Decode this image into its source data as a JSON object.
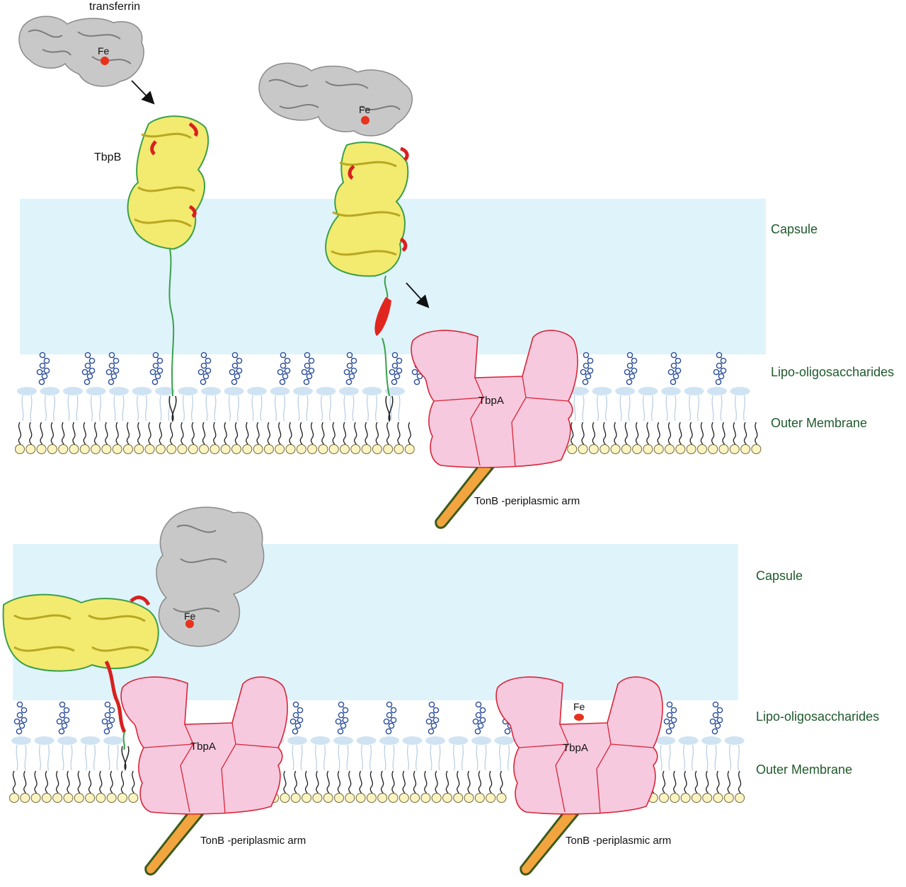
{
  "labels": {
    "transferrin": "transferrin",
    "fe": "Fe",
    "tbpb": "TbpB",
    "tbpa": "TbpA",
    "tonb": "TonB -periplasmic arm",
    "capsule": "Capsule",
    "lipo": "Lipo-oligosaccharides",
    "outer_membrane": "Outer Membrane"
  },
  "colors": {
    "capsule_fill": "#dff3fa",
    "tbpa_fill": "#f6c9de",
    "tbpa_stroke": "#d8263a",
    "tonb_fill": "#f2a53f",
    "tonb_stroke": "#3b5a1a",
    "head_fill": "#fbf4c2",
    "head_stroke": "#6f6a3a",
    "lps_stroke": "#2a4d9a",
    "membrane_oval": "#cfe3f3",
    "transferrin_gray": "#9a9a9a",
    "beta_sheet": "#f0e020",
    "coil": "#3aa04a",
    "helix": "#d82020",
    "iron": "#e8321c",
    "region_label": "#1f5a2c"
  },
  "icons": {
    "transferrin": "protein-ribbon-gray",
    "tbpb": "protein-ribbon-yellow-green",
    "iron": "red-dot",
    "lipo_oligosaccharide": "sugar-chain",
    "arrow": "arrow-down-right"
  }
}
